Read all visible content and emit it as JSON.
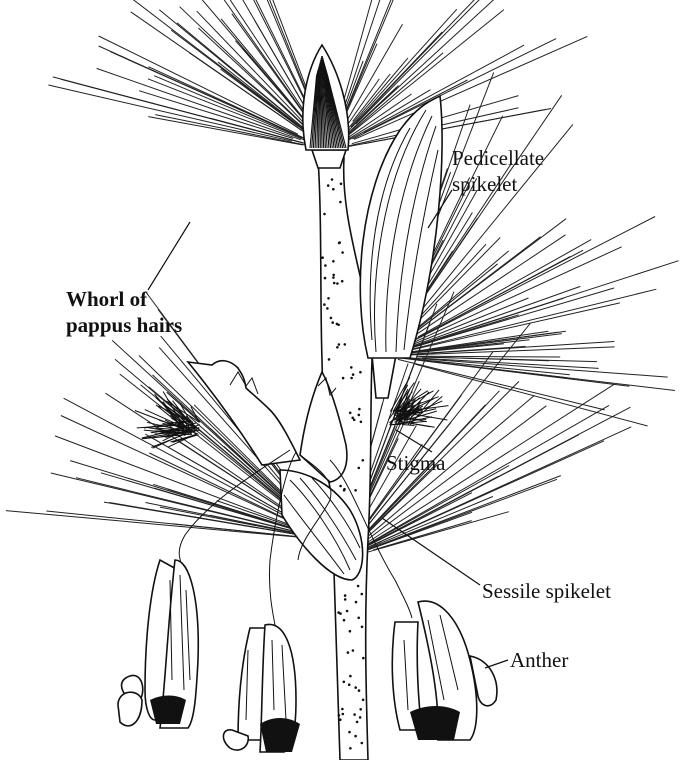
{
  "labels": {
    "pedicellate_line1": "Pedicellate",
    "pedicellate_line2": "spikelet",
    "whorl_line1": "Whorl of",
    "whorl_line2": "pappus hairs",
    "stigma": "Stigma",
    "sessile": "Sessile spikelet",
    "anther": "Anther"
  }
}
